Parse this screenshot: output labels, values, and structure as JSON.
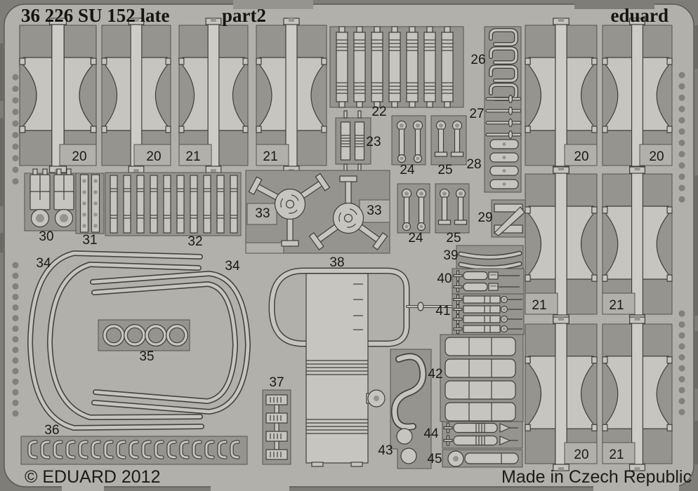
{
  "sheet": {
    "title_code": "36 226 SU 152 late",
    "title_part": "part2",
    "brand": "eduard",
    "copyright": "© EDUARD 2012",
    "made_in": "Made in Czech Republic"
  },
  "colors": {
    "background": "#7e7d78",
    "fret": "#b1b0ab",
    "etched_void": "#96948f",
    "part_fill": "#c6c5c0",
    "outline": "#403f3b",
    "label_text": "#191917"
  },
  "part_labels": [
    "20",
    "20",
    "21",
    "21",
    "22",
    "23",
    "24",
    "25",
    "24",
    "25",
    "26",
    "27",
    "28",
    "29",
    "30",
    "31",
    "32",
    "33",
    "33",
    "34",
    "34",
    "35",
    "36",
    "37",
    "38",
    "39",
    "40",
    "41",
    "42",
    "43",
    "44",
    "45",
    "20",
    "20",
    "21",
    "21",
    "20",
    "21"
  ]
}
